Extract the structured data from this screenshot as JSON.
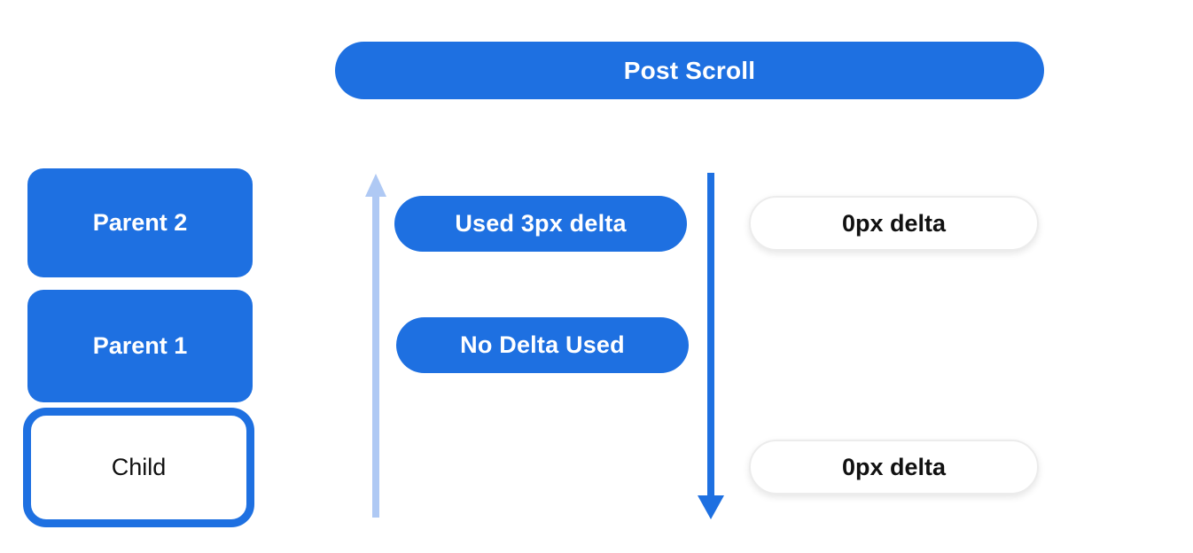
{
  "header": {
    "label": "Post Scroll"
  },
  "element_stack": {
    "boxes": [
      {
        "label": "Parent 2",
        "style": "filled"
      },
      {
        "label": "Parent 1",
        "style": "filled"
      },
      {
        "label": "Child",
        "style": "outlined"
      }
    ]
  },
  "scroll_annotations": {
    "up_arrow": {
      "direction": "up",
      "color": "#AFC9F4"
    },
    "down_arrow": {
      "direction": "down",
      "color": "#1E70E1"
    },
    "labels": [
      {
        "text": "Used 3px delta",
        "style": "filled",
        "row": "top",
        "column": "left"
      },
      {
        "text": "0px delta",
        "style": "outlined",
        "row": "top",
        "column": "right"
      },
      {
        "text": "No Delta Used",
        "style": "filled",
        "row": "middle",
        "column": "left"
      },
      {
        "text": "0px delta",
        "style": "outlined",
        "row": "bottom",
        "column": "right"
      }
    ]
  },
  "colors": {
    "primary_blue": "#1E70E1",
    "light_blue": "#AFC9F4",
    "text_on_blue": "#FFFFFF",
    "text_dark": "#111111",
    "pill_border": "#ECECEC",
    "background": "#FFFFFF"
  }
}
